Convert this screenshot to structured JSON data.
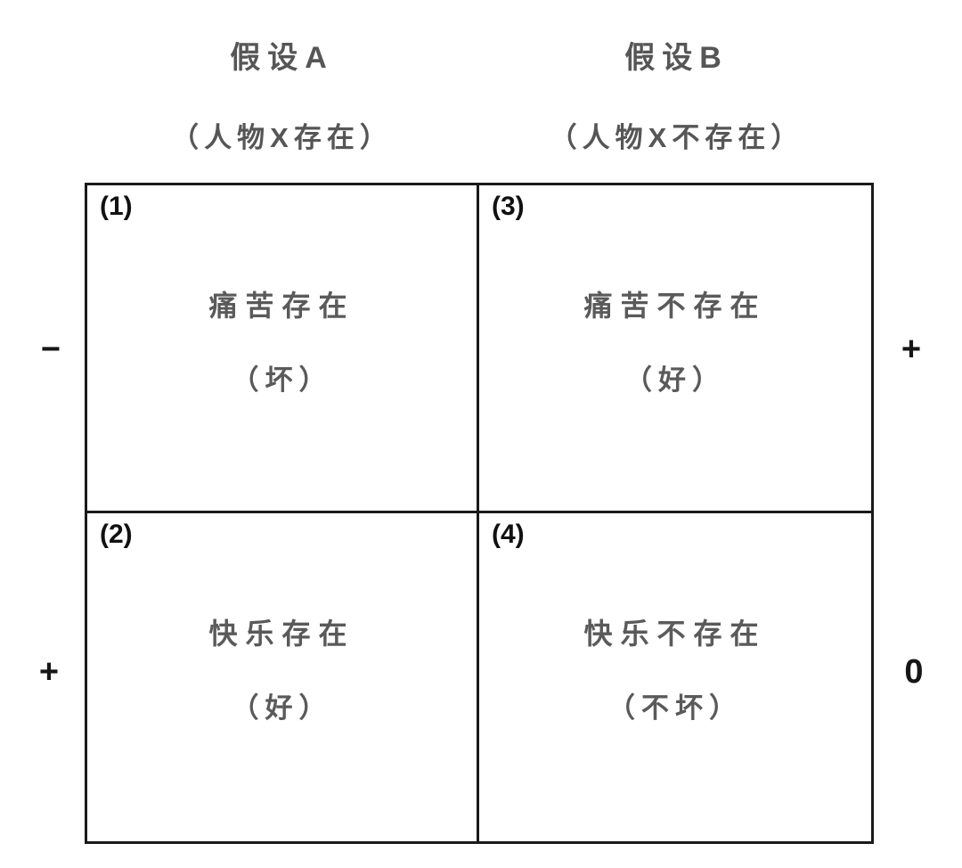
{
  "matrix": {
    "columns": [
      {
        "title": "假设A",
        "subtitle": "（人物X存在）"
      },
      {
        "title": "假设B",
        "subtitle": "（人物X不存在）"
      }
    ],
    "row_values": {
      "top_left": "−",
      "top_right": "+",
      "bottom_left": "+",
      "bottom_right": "0"
    },
    "cells": [
      {
        "number": "(1)",
        "main": "痛苦存在",
        "note": "（坏）"
      },
      {
        "number": "(3)",
        "main": "痛苦不存在",
        "note": "（好）"
      },
      {
        "number": "(2)",
        "main": "快乐存在",
        "note": "（好）"
      },
      {
        "number": "(4)",
        "main": "快乐不存在",
        "note": "（不坏）"
      }
    ]
  },
  "colors": {
    "background": "#ffffff",
    "border_ink": "#1a1a1a",
    "label_ink": "#161616",
    "text_gray": "#5a5a5a"
  }
}
